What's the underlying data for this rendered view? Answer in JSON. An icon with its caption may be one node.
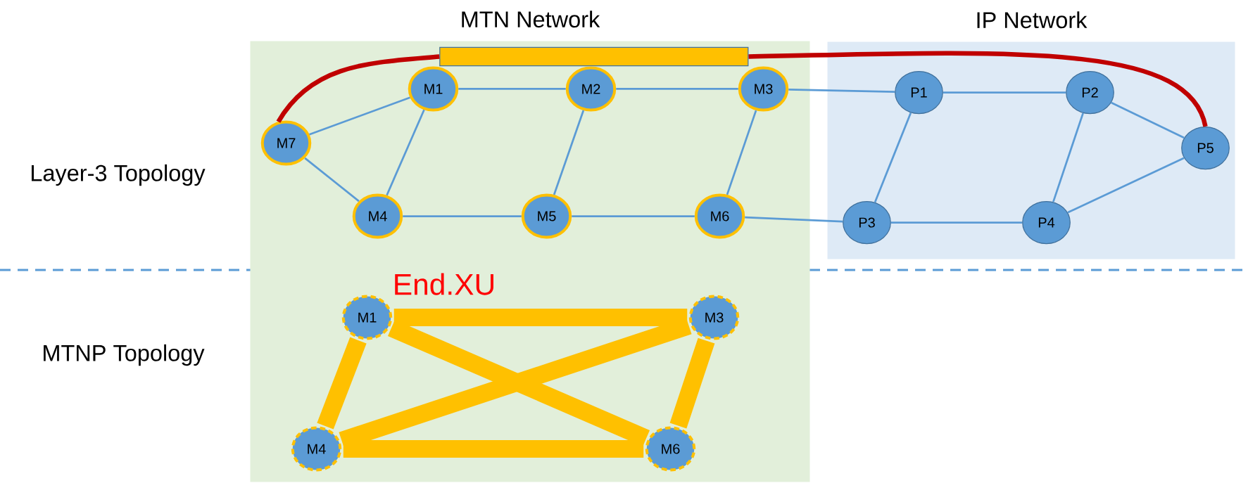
{
  "diagram": {
    "nodes": [
      {
        "text": [
          "MTN Network"
        ]
      },
      {
        "text": [
          "IP Network"
        ]
      },
      {
        "text": [],
        "shape": "cylinder",
        "in": 0
      },
      {
        "text": [
          "M1"
        ],
        "in": 0
      },
      {
        "text": [
          "M2"
        ],
        "in": 0
      },
      {
        "text": [
          "M3"
        ],
        "in": 0
      },
      {
        "text": [
          "M7"
        ],
        "in": 0
      },
      {
        "text": [
          "M4"
        ],
        "in": 0
      },
      {
        "text": [
          "M5"
        ],
        "in": 0
      },
      {
        "text": [
          "M6"
        ],
        "in": 0
      },
      {
        "text": [
          "P1"
        ],
        "in": 1
      },
      {
        "text": [
          "P2"
        ],
        "in": 1
      },
      {
        "text": [
          "P5"
        ],
        "in": 1
      },
      {
        "text": [
          "P3"
        ],
        "in": 1
      },
      {
        "text": [
          "P4"
        ],
        "in": 1
      },
      {
        "text": [
          "M1"
        ],
        "in": 0
      },
      {
        "text": [
          "M3"
        ],
        "in": 0
      },
      {
        "text": [
          "M4"
        ],
        "in": 0
      },
      {
        "text": [
          "M6"
        ],
        "in": 0
      }
    ],
    "edges": [
      {
        "from": 6,
        "to": 3,
        "arrow": "none"
      },
      {
        "from": 3,
        "to": 4,
        "arrow": "none"
      },
      {
        "from": 4,
        "to": 5,
        "arrow": "none"
      },
      {
        "from": 6,
        "to": 7,
        "arrow": "none"
      },
      {
        "from": 3,
        "to": 7,
        "arrow": "none"
      },
      {
        "from": 4,
        "to": 8,
        "arrow": "none"
      },
      {
        "from": 5,
        "to": 9,
        "arrow": "none"
      },
      {
        "from": 7,
        "to": 8,
        "arrow": "none"
      },
      {
        "from": 8,
        "to": 9,
        "arrow": "none"
      },
      {
        "from": 5,
        "to": 10,
        "arrow": "none"
      },
      {
        "from": 9,
        "to": 13,
        "arrow": "none"
      },
      {
        "from": 10,
        "to": 11,
        "arrow": "none"
      },
      {
        "from": 10,
        "to": 13,
        "arrow": "none"
      },
      {
        "from": 11,
        "to": 14,
        "arrow": "none"
      },
      {
        "from": 11,
        "to": 12,
        "arrow": "none"
      },
      {
        "from": 13,
        "to": 14,
        "arrow": "none"
      },
      {
        "from": 14,
        "to": 12,
        "arrow": "none"
      },
      {
        "from": 6,
        "to": 2,
        "arrow": "none",
        "style": "thick",
        "color": "#c00000"
      },
      {
        "from": 2,
        "to": 12,
        "arrow": "none",
        "style": "thick",
        "color": "#c00000"
      },
      {
        "from": 15,
        "to": 16,
        "arrow": "none",
        "style": "thick",
        "color": "#ffc000"
      },
      {
        "from": 15,
        "to": 17,
        "arrow": "none",
        "style": "thick",
        "color": "#ffc000"
      },
      {
        "from": 15,
        "to": 18,
        "arrow": "none",
        "style": "thick",
        "color": "#ffc000"
      },
      {
        "from": 17,
        "to": 16,
        "arrow": "none",
        "style": "thick",
        "color": "#ffc000"
      },
      {
        "from": 16,
        "to": 18,
        "arrow": "none",
        "style": "thick",
        "color": "#ffc000"
      },
      {
        "from": 17,
        "to": 18,
        "arrow": "none",
        "style": "thick",
        "color": "#ffc000"
      }
    ],
    "labels": [
      "Layer-3 Topology",
      "End.XU",
      "MTNP Topology"
    ]
  }
}
